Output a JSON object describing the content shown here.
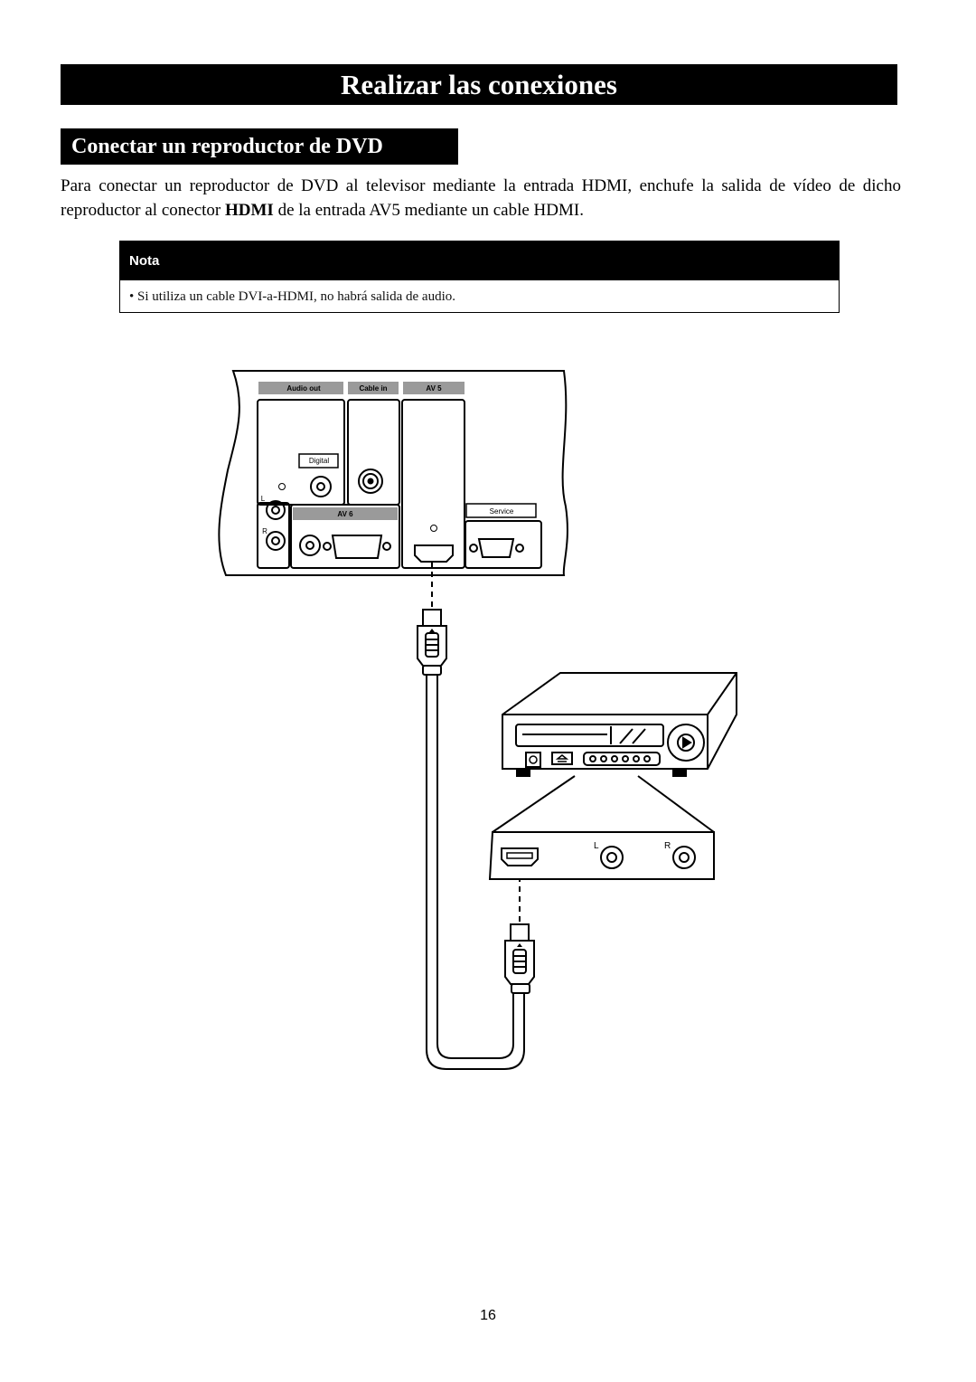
{
  "header": {
    "title": "Realizar las conexiones"
  },
  "section": {
    "title": "Conectar un reproductor de DVD"
  },
  "body": {
    "text_before": "Para conectar un reproductor de DVD al televisor mediante la entrada HDMI, enchufe la salida de vídeo de dicho reproductor al conector ",
    "bold_word": "HDMI",
    "text_after": " de la entrada AV5 mediante un cable HDMI."
  },
  "note": {
    "heading": "Nota",
    "bullet": "•",
    "text": "Si utiliza un cable DVI-a-HDMI, no habrá salida de audio."
  },
  "diagram": {
    "tv_labels": {
      "audio_out": "Audio out",
      "cable_in": "Cable in",
      "av5": "AV 5",
      "digital": "Digital",
      "av6": "AV 6",
      "service": "Service",
      "left": "L",
      "right": "R"
    },
    "dvd_labels": {
      "left": "L",
      "right": "R"
    },
    "colors": {
      "label_fill": "#9a9a9a",
      "line": "#000000"
    }
  },
  "footer": {
    "page_number": "16"
  }
}
